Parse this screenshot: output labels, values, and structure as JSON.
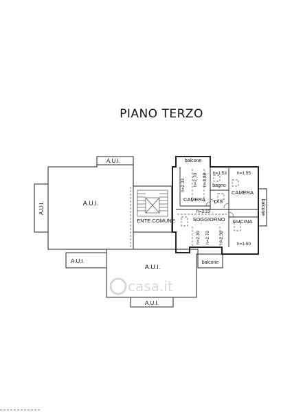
{
  "title": "PIANO TERZO",
  "aui": "A.U.I.",
  "labels": {
    "balcone": "balcone",
    "ente_comune": "ENTE COMUNE",
    "camera": "CAMERA",
    "bagno": "bagno",
    "dis": "DIS",
    "soggiorno": "SOGGIORNO",
    "cucina": "CUCINA"
  },
  "heights": {
    "h_2_33": "h=2.33",
    "h_2_70_a": "h=2.70",
    "h_2_38": "h=2.38",
    "h_1_53": "h=1.53",
    "h_1_55": "h=1.55",
    "h_3_23": "h=3.23",
    "h_2_30_a": "h=2.30",
    "h_2_70_b": "h=2.70",
    "h_2_30_b": "h=2.30",
    "h_1_50": "h=1.50"
  },
  "watermark": "casa.it"
}
